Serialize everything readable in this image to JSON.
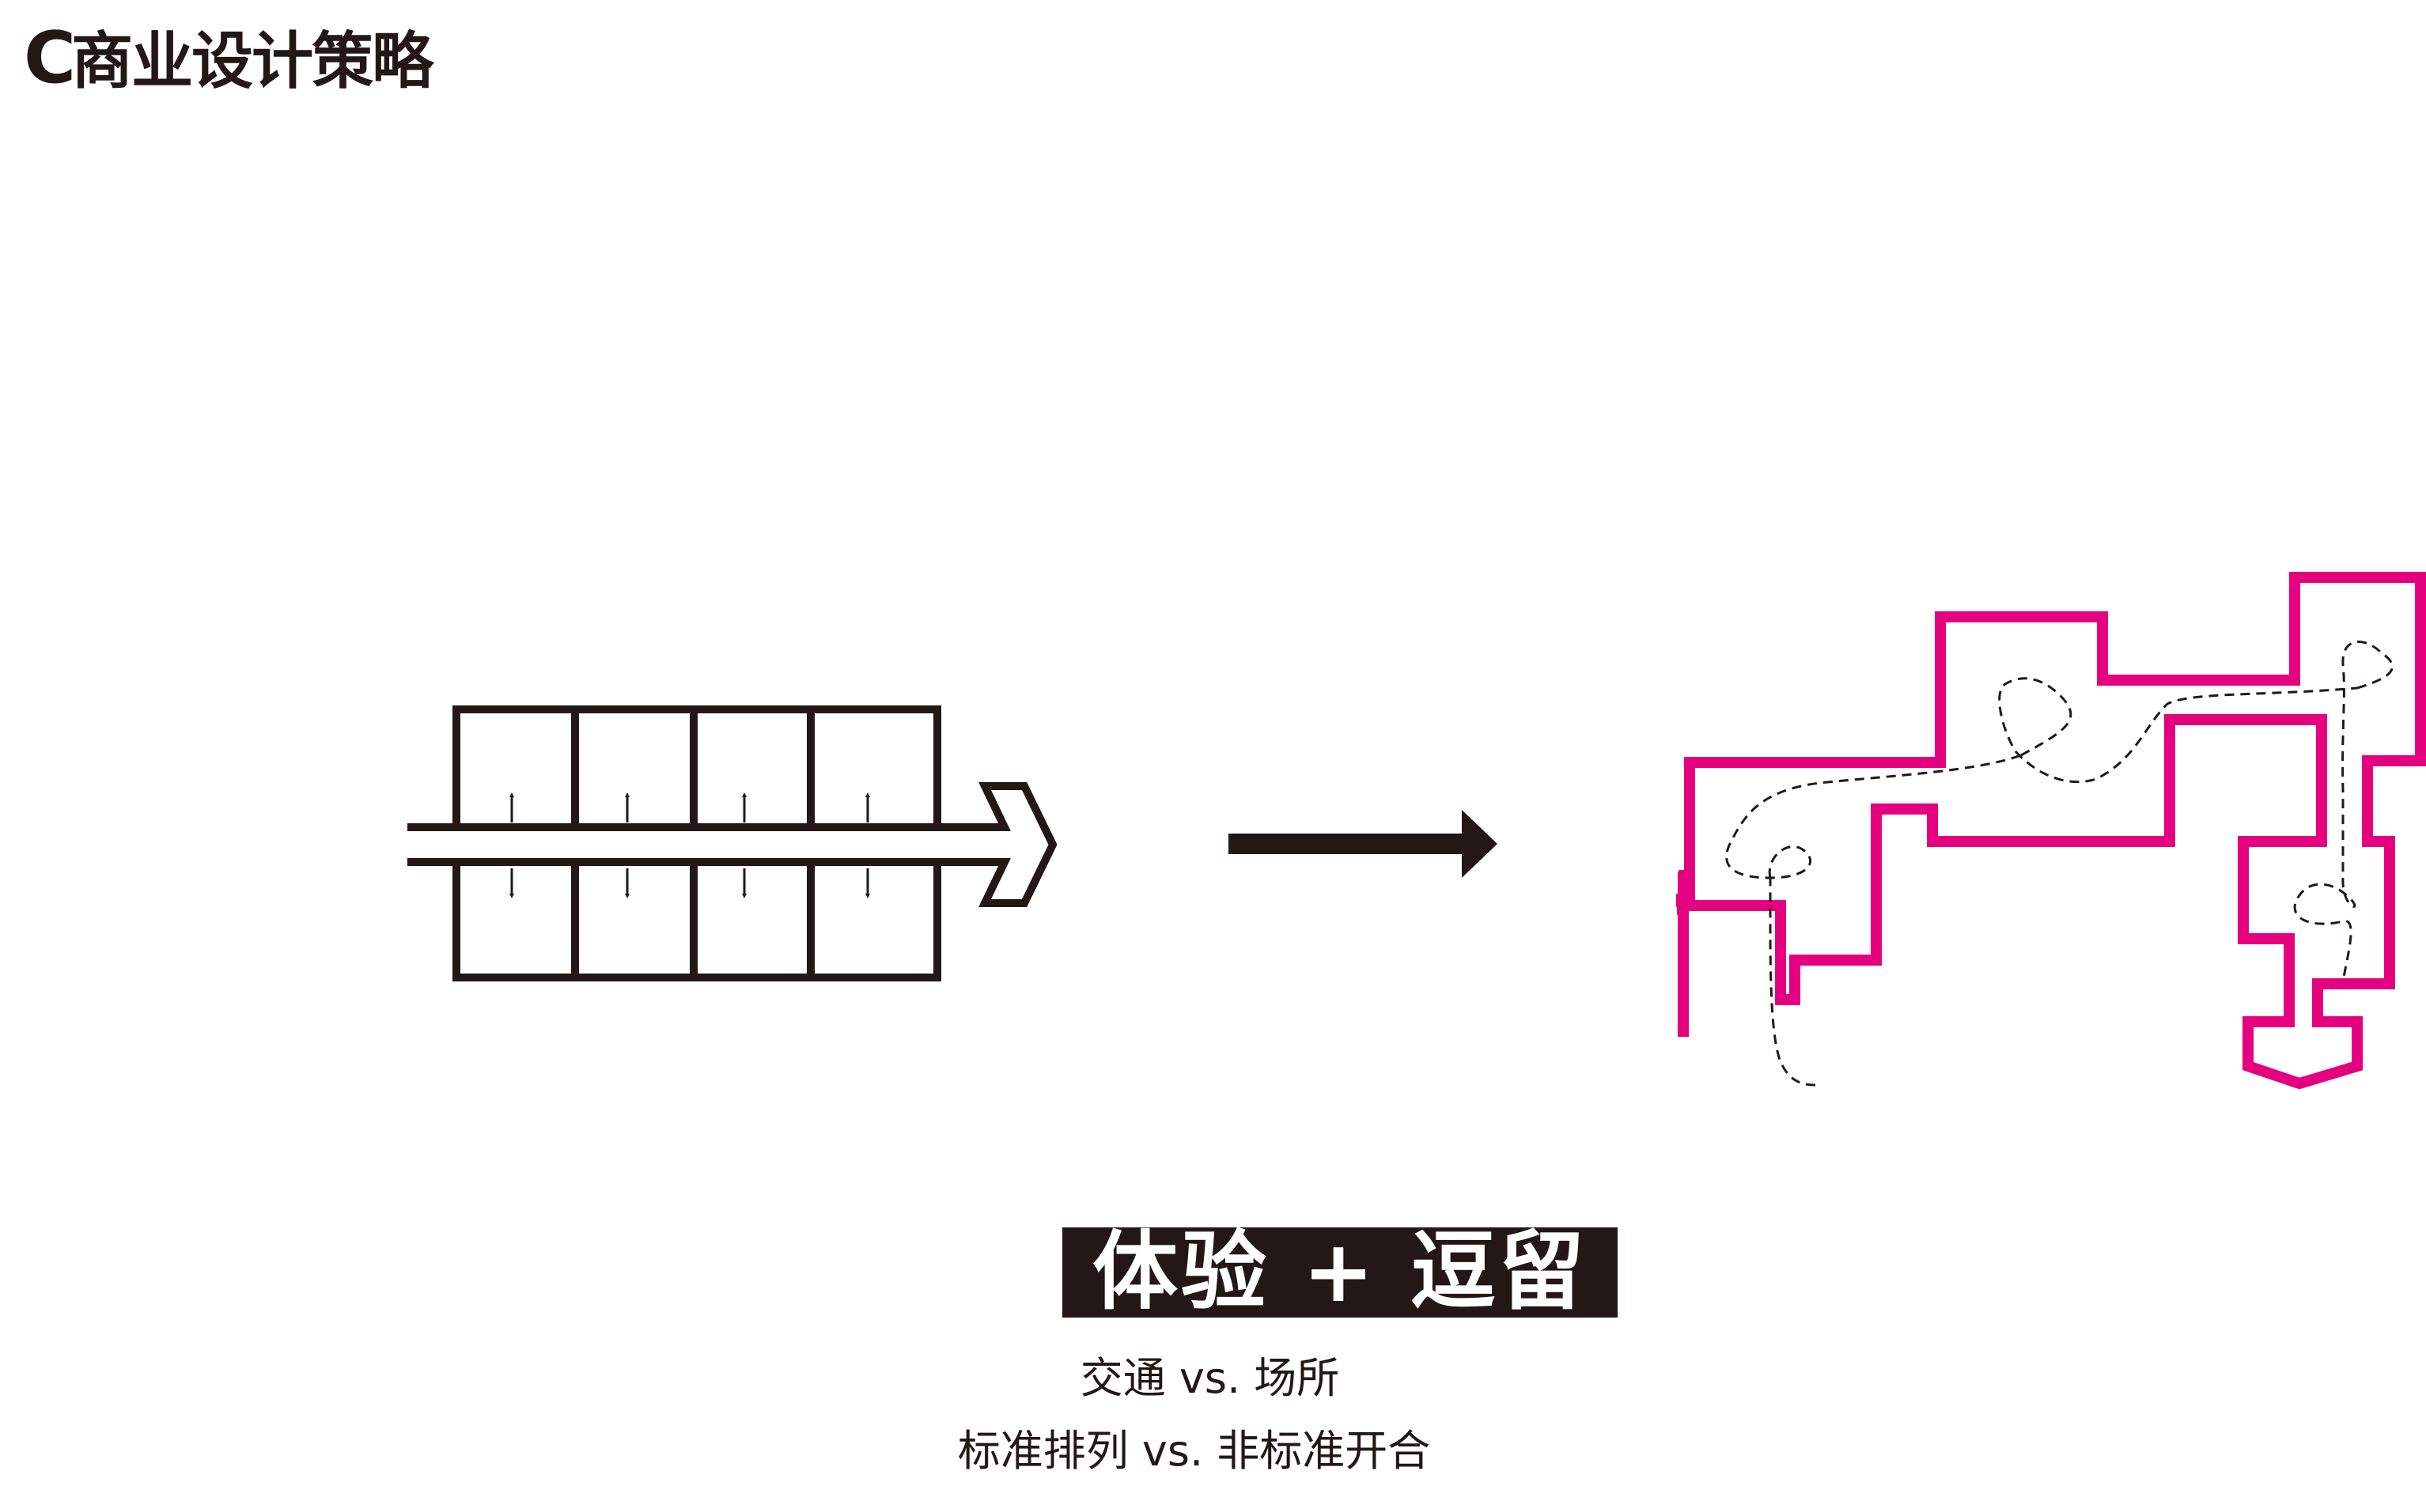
{
  "page": {
    "title_letter": "C",
    "title_rest": "商业设计策略"
  },
  "highlight": {
    "label": "体验 + 逗留"
  },
  "captions": [
    "交通 vs. 场所",
    "标准排列 vs. 非标准开合"
  ],
  "colors": {
    "ink": "#231815",
    "accent": "#e4007f",
    "background": "#ffffff"
  },
  "icons": {
    "left_diagram": "linear-corridor-diagram",
    "transition": "right-arrow-icon",
    "right_diagram": "meandering-path-diagram"
  }
}
